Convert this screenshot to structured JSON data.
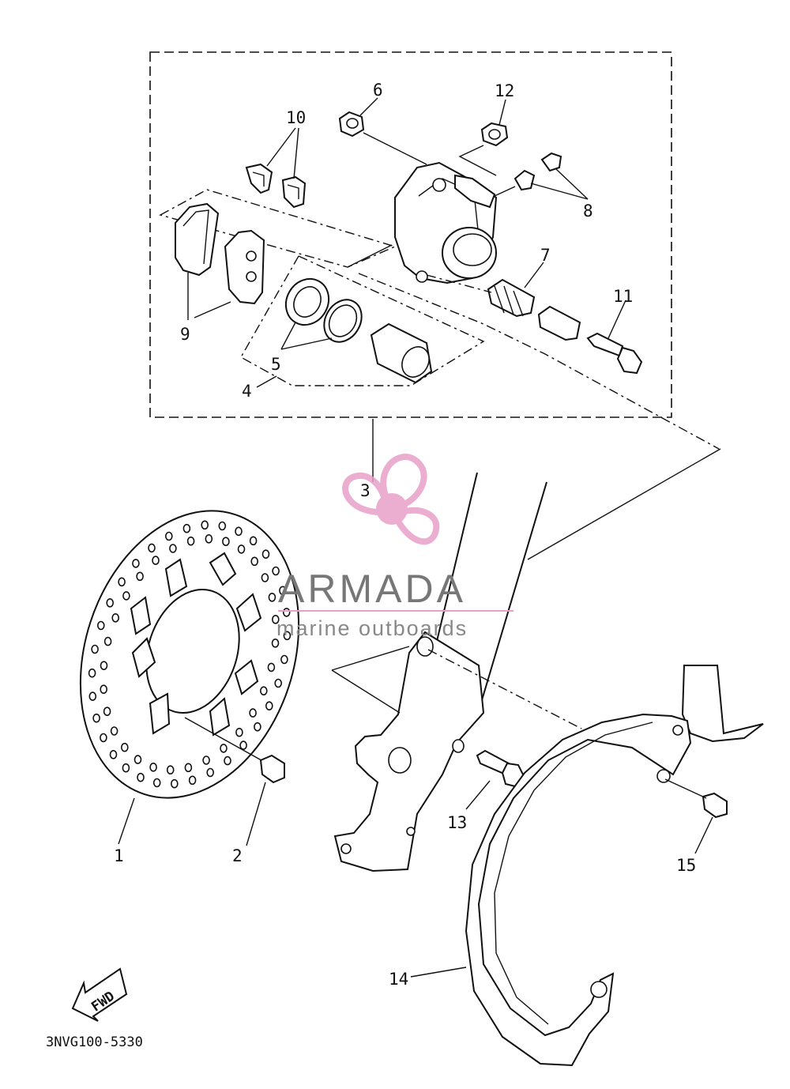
{
  "diagram": {
    "code": "3NVG100-5330",
    "fwd_label": "FWD",
    "parts": [
      {
        "id": "p1",
        "label": "1"
      },
      {
        "id": "p2",
        "label": "2"
      },
      {
        "id": "p3",
        "label": "3"
      },
      {
        "id": "p4",
        "label": "4"
      },
      {
        "id": "p5",
        "label": "5"
      },
      {
        "id": "p6",
        "label": "6"
      },
      {
        "id": "p7",
        "label": "7"
      },
      {
        "id": "p8",
        "label": "8"
      },
      {
        "id": "p9",
        "label": "9"
      },
      {
        "id": "p10",
        "label": "10"
      },
      {
        "id": "p11",
        "label": "11"
      },
      {
        "id": "p12",
        "label": "12"
      },
      {
        "id": "p13",
        "label": "13"
      },
      {
        "id": "p14",
        "label": "14"
      },
      {
        "id": "p15",
        "label": "15"
      }
    ]
  },
  "watermark": {
    "brand": "ARMADA",
    "tagline": "marine outboards",
    "accent_color": "#e8a0c8",
    "logo_icon": "propeller-icon"
  }
}
